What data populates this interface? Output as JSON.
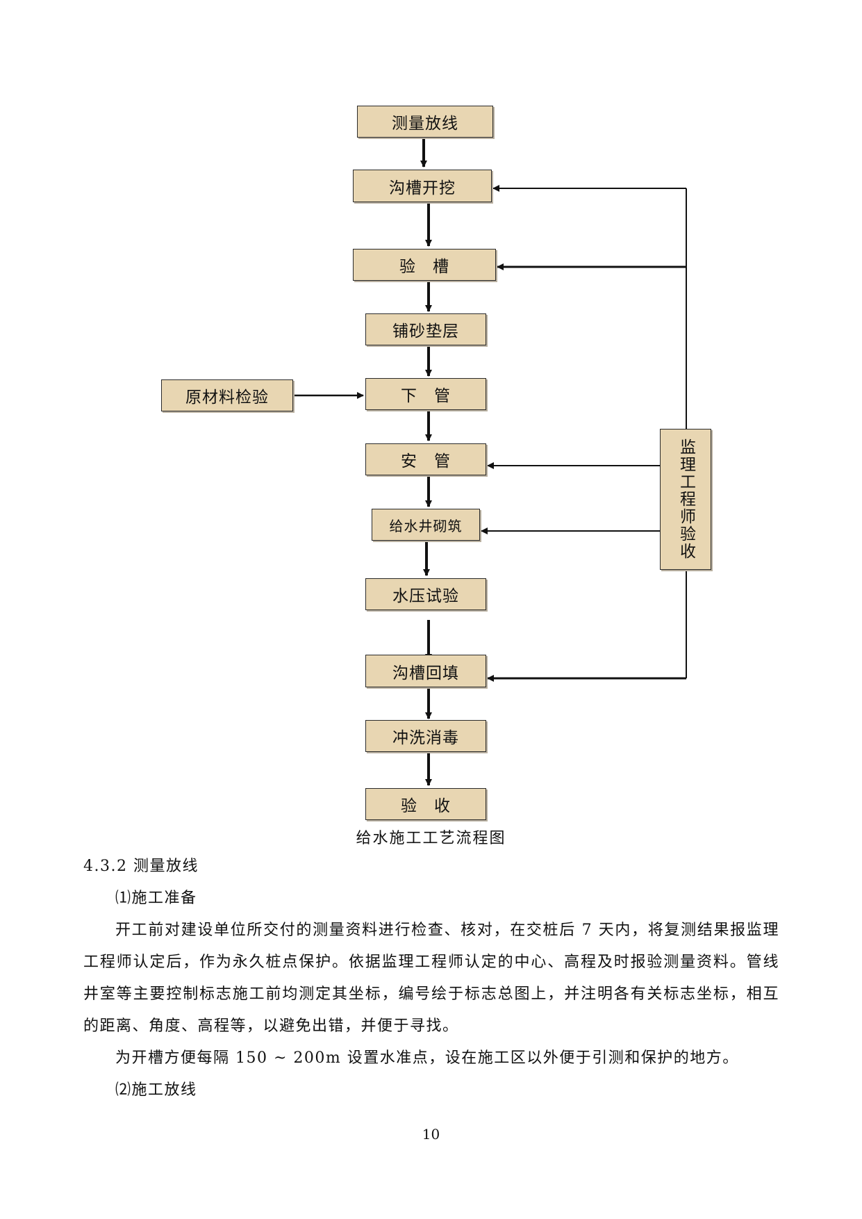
{
  "flowchart": {
    "steps": [
      "测量放线",
      "沟槽开挖",
      "验　槽",
      "铺砂垫层",
      "下　管",
      "安　管",
      "给水井砌筑",
      "水压试验",
      "沟槽回填",
      "冲洗消毒",
      "验　收"
    ],
    "side_input": "原材料检验",
    "supervisor": "监理工程师验收",
    "colors": {
      "box_fill": "#e8d6b2",
      "box_border": "#2a2a2a",
      "line": "#111111"
    }
  },
  "caption": "给水施工工艺流程图",
  "section": {
    "heading": "4.3.2 测量放线",
    "sub1": "⑴施工准备",
    "para1": "开工前对建设单位所交付的测量资料进行检查、核对，在交桩后 7 天内，将复测结果报监理工程师认定后，作为永久桩点保护。依据监理工程师认定的中心、高程及时报验测量资料。管线井室等主要控制标志施工前均测定其坐标，编号绘于标志总图上，并注明各有关标志坐标，相互的距离、角度、高程等，以避免出错，并便于寻找。",
    "para2": "为开槽方便每隔 150 ~ 200m 设置水准点，设在施工区以外便于引测和保护的地方。",
    "sub2": "⑵施工放线"
  },
  "page_number": "10"
}
